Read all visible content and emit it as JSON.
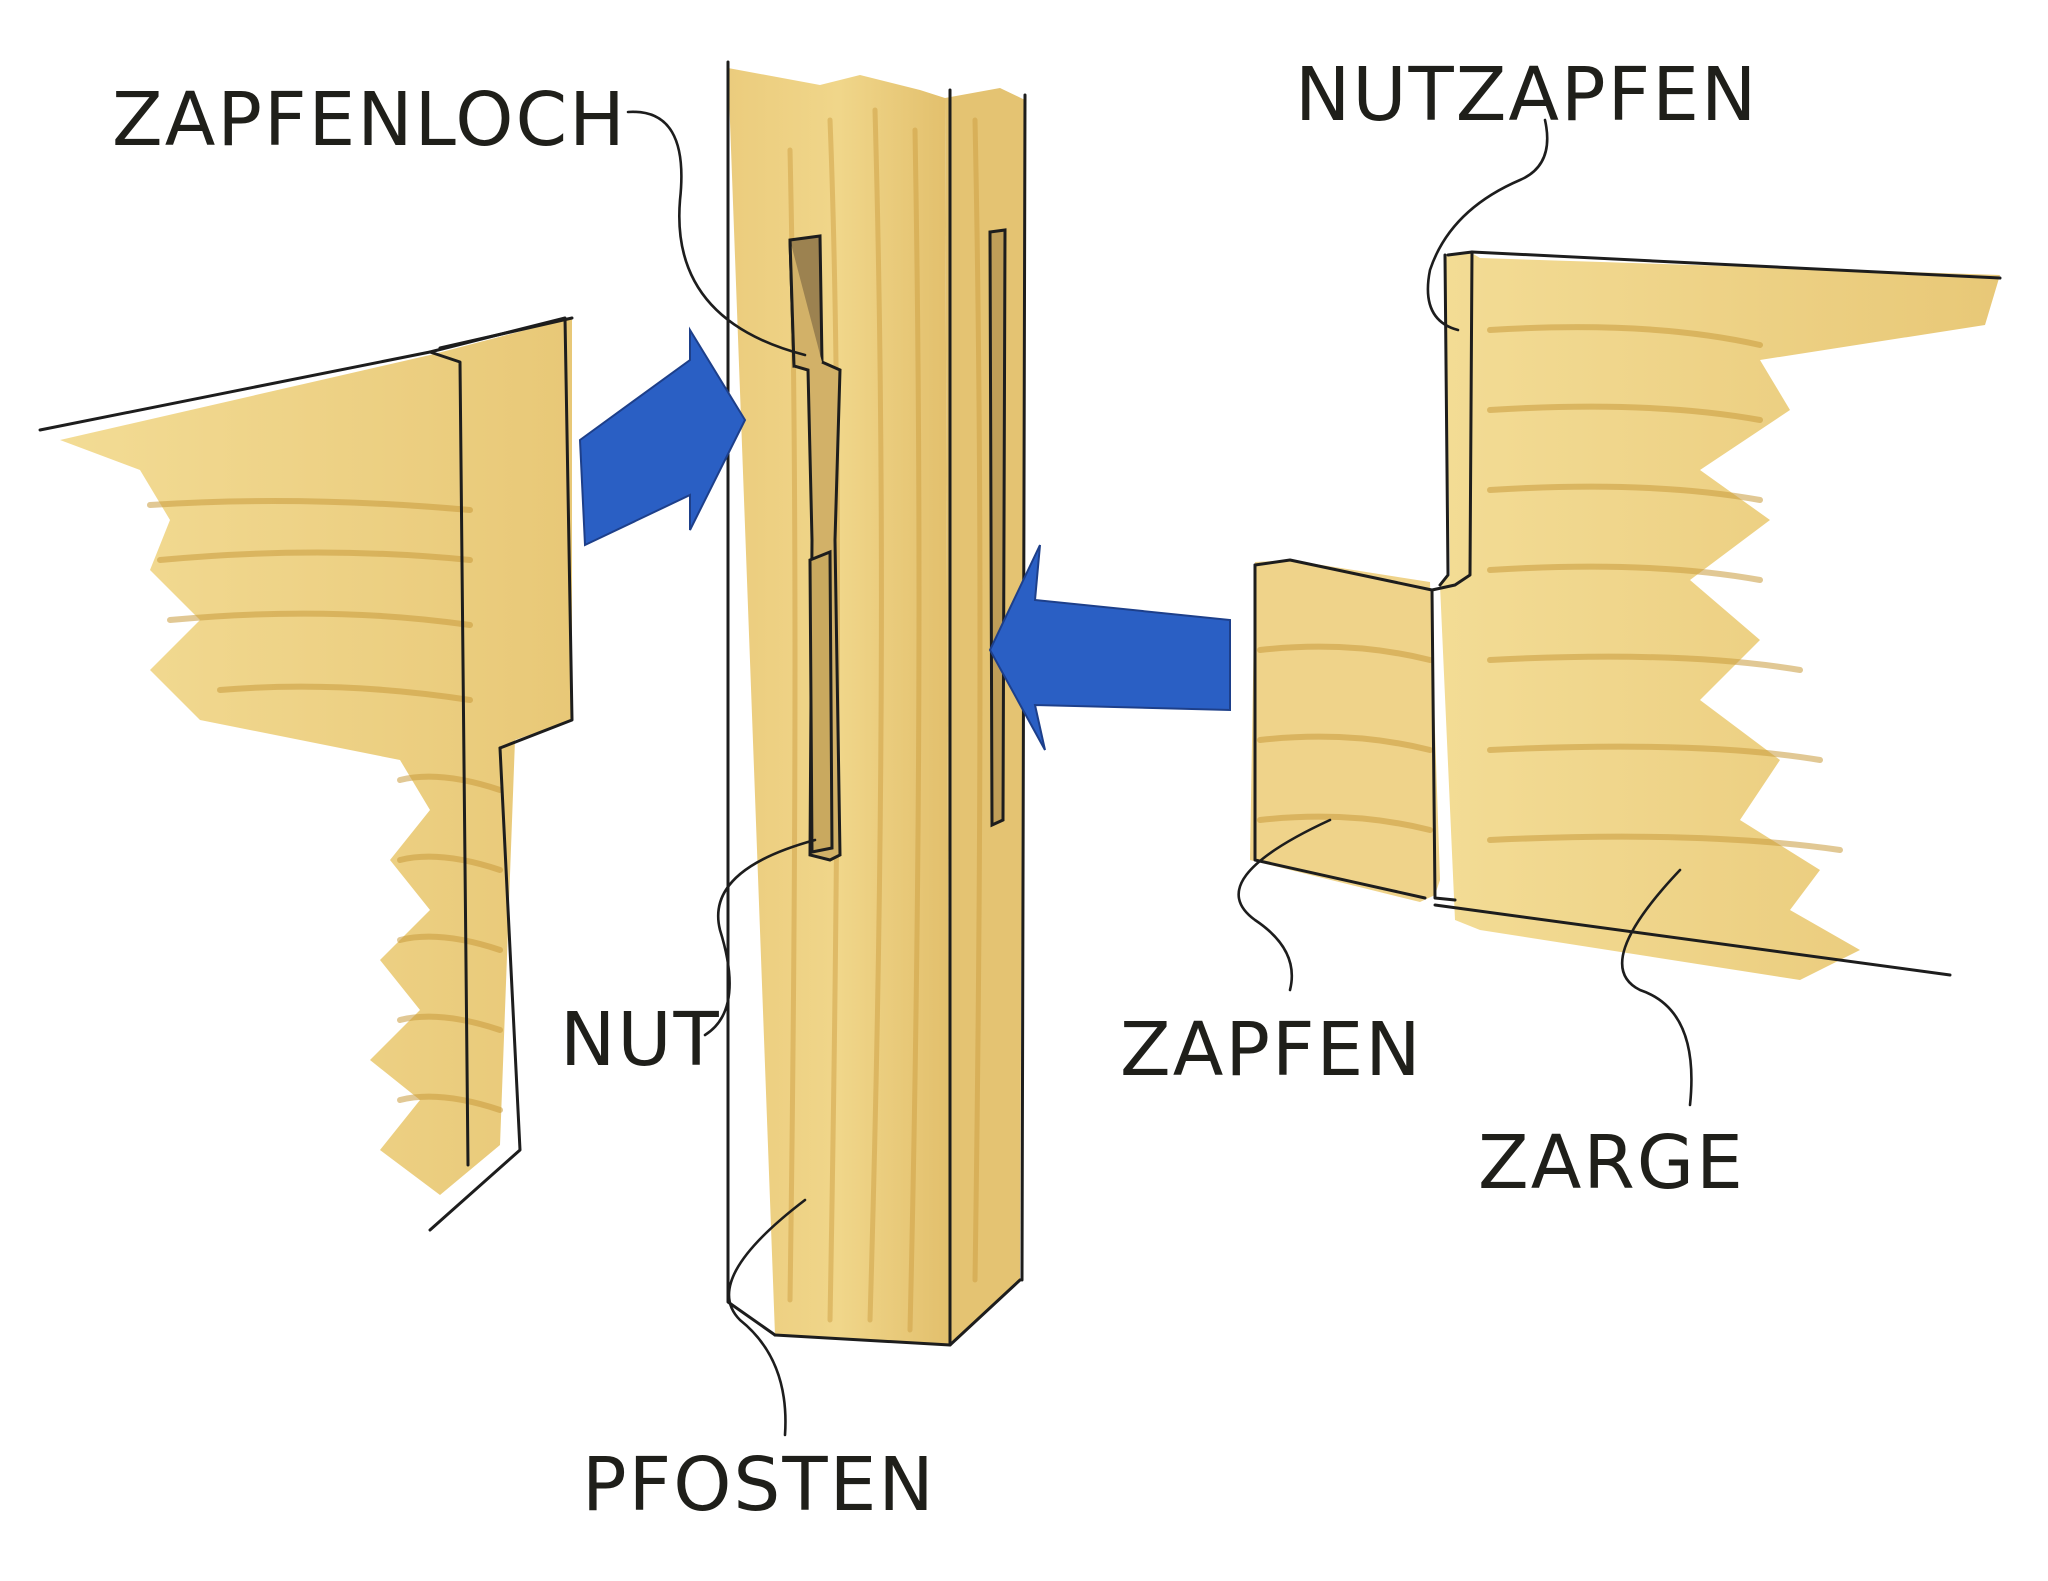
{
  "diagram": {
    "labels": {
      "zapfenloch": "ZAPFENLOCH",
      "nutzapfen": "NUTZAPFEN",
      "nut": "NUT",
      "zapfen": "ZAPFEN",
      "zarge": "ZARGE",
      "pfosten": "PFOSTEN"
    },
    "colors": {
      "wood": "#efd587",
      "wood_dark": "#dcb766",
      "grain": "#c99a3c",
      "arrow": "#2a5fc4",
      "ink": "#1d1d1d"
    }
  }
}
